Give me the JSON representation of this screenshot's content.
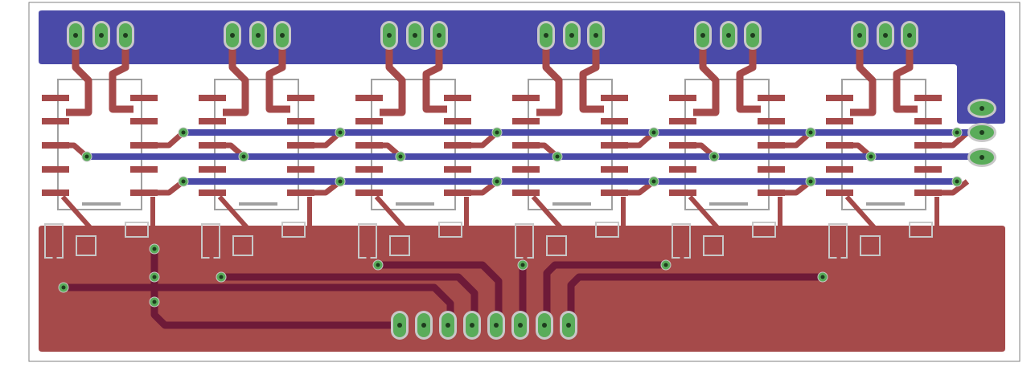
{
  "diagram": {
    "kind": "pcb-layout",
    "channel_count": 6,
    "top_header_pins_per_channel": 3,
    "bottom_header_pin_count": 8,
    "right_header_pin_count": 3,
    "ic_pins_per_side": 5,
    "colors": {
      "background": "#ffffff",
      "top_copper": "#4a4aa8",
      "bottom_copper": "#a54a4a",
      "bottom_trace_dark": "#6e1a38",
      "pad_green": "#5aac5a",
      "pad_outline": "#c8c8c8",
      "via_dark": "#1e3c1e",
      "silkscreen": "#a0a0a0",
      "board_outline": "#808080"
    }
  }
}
